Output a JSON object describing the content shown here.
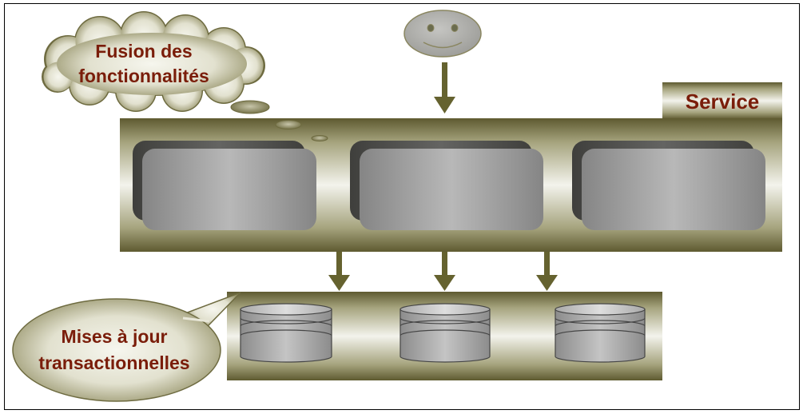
{
  "service_label": "Service",
  "cloud_labels": {
    "fusion_line1": "Fusion des",
    "fusion_line2": "fonctionnalités",
    "mises_line1": "Mises à jour",
    "mises_line2": "transactionnelles"
  },
  "colors": {
    "olive_dark": "#5e5a30",
    "olive_light": "#f2f2ea",
    "label_red": "#7a1d0a",
    "arrow": "#65622f",
    "smiley": "#b2b2ae"
  },
  "elements": {
    "service_components": 3,
    "databases": 3,
    "arrows_to_databases": 3
  }
}
